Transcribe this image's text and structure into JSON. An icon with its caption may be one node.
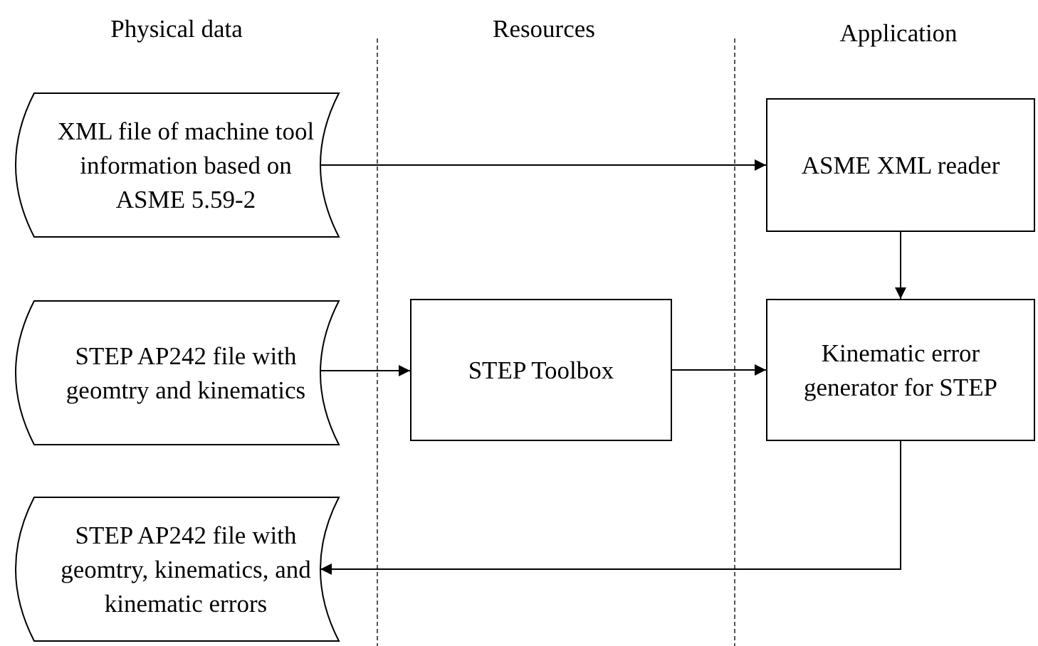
{
  "diagram": {
    "nodes": [
      {
        "text": [
          "XML file of machine tool information based on ASME 5.59-2"
        ]
      },
      {
        "text": [
          "ASME XML reader"
        ]
      },
      {
        "text": [
          "STEP AP242 file with geomtry and kinematics"
        ]
      },
      {
        "text": [
          "STEP Toolbox"
        ]
      },
      {
        "text": [
          "Kinematic error generator for STEP"
        ]
      },
      {
        "text": [
          "STEP AP242 file with geomtry, kinematics, and kinematic errors"
        ]
      }
    ],
    "edges": [
      {
        "from": 0,
        "to": 1,
        "arrow": "to"
      },
      {
        "from": 1,
        "to": 4,
        "arrow": "to"
      },
      {
        "from": 2,
        "to": 3,
        "arrow": "to"
      },
      {
        "from": 3,
        "to": 4,
        "arrow": "to"
      },
      {
        "from": 4,
        "to": 5,
        "arrow": "to"
      }
    ],
    "labels": [
      "Physical data",
      "Resources",
      "Application"
    ]
  }
}
